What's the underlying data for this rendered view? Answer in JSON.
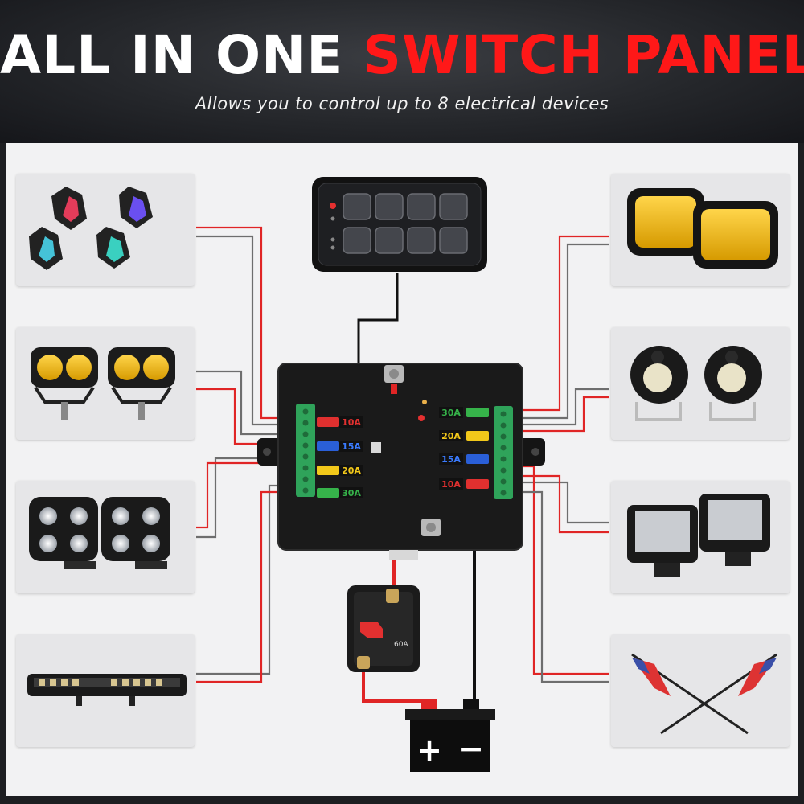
{
  "header": {
    "title_white": "ALL IN ONE",
    "title_red": "SWITCH PANEL",
    "subtitle": "Allows you to control up to 8 electrical devices"
  },
  "colors": {
    "accent_red": "#ff1818",
    "wire_red": "#e02525",
    "wire_gray": "#6e6e6e",
    "wire_black": "#111111",
    "fuse_label_bg": "#111111"
  },
  "fuse_box": {
    "left_fuses": [
      {
        "label": "10A",
        "color": "#e0302f"
      },
      {
        "label": "15A",
        "color": "#2a5fd8"
      },
      {
        "label": "20A",
        "color": "#f2c81a"
      },
      {
        "label": "30A",
        "color": "#36b34a"
      }
    ],
    "right_fuses": [
      {
        "label": "30A",
        "color": "#36b34a"
      },
      {
        "label": "20A",
        "color": "#f2c81a"
      },
      {
        "label": "15A",
        "color": "#2a5fd8"
      },
      {
        "label": "10A",
        "color": "#e0302f"
      }
    ]
  },
  "breaker": {
    "rating": "60A"
  },
  "battery": {
    "plus": "+",
    "minus": "−"
  },
  "devices_left": [
    {
      "name": "rock-lights",
      "icon": "rgb-rock-light-icon"
    },
    {
      "name": "yellow-pod-lights",
      "icon": "yellow-pod-light-icon"
    },
    {
      "name": "quad-led-pods",
      "icon": "quad-led-pod-icon"
    },
    {
      "name": "light-bar",
      "icon": "led-light-bar-icon"
    }
  ],
  "devices_right": [
    {
      "name": "amber-work-lights",
      "icon": "amber-work-light-icon"
    },
    {
      "name": "fog-lights",
      "icon": "round-fog-light-icon"
    },
    {
      "name": "cube-led-pods",
      "icon": "cube-led-pod-icon"
    },
    {
      "name": "whip-flags",
      "icon": "flag-whip-icon"
    }
  ]
}
